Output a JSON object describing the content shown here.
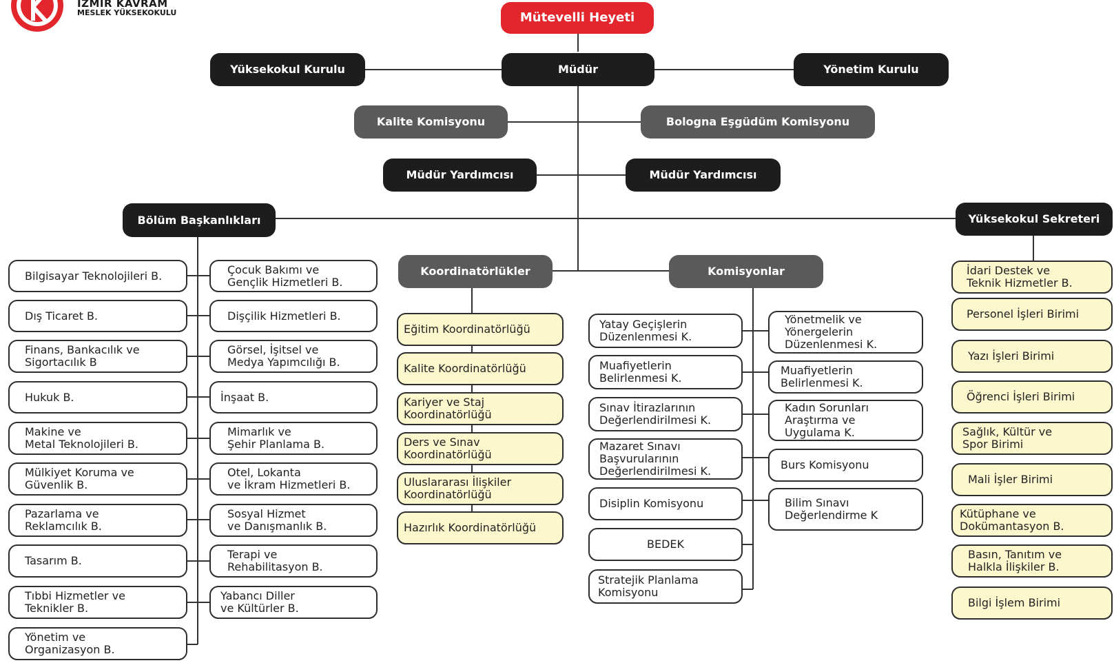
{
  "logo": {
    "title": "İZMİR KAVRAM",
    "subtitle": "MESLEK YÜKSEKOKULU"
  },
  "top": {
    "board": "Mütevelli Heyeti",
    "school_council": "Yüksekokul Kurulu",
    "director": "Müdür",
    "executive_board": "Yönetim Kurulu",
    "quality_commission": "Kalite Komisyonu",
    "bologna_commission": "Bologna Eşgüdüm Komisyonu",
    "vice_director_left": "Müdür Yardımcısı",
    "vice_director_right": "Müdür Yardımcısı",
    "department_heads": "Bölüm Başkanlıkları",
    "school_secretary": "Yüksekokul Sekreteri",
    "coordinatorships": "Koordinatörlükler",
    "commissions": "Komisyonlar"
  },
  "departments_left": [
    "Bilgisayar Teknolojileri B.",
    "Dış Ticaret B.",
    "Finans, Bankacılık ve\nSigortacılık B",
    "Hukuk B.",
    "Makine ve\nMetal Teknolojileri B.",
    "Mülkiyet Koruma ve\nGüvenlik B.",
    "Pazarlama ve\nReklamcılık B.",
    "Tasarım B.",
    "Tıbbi Hizmetler ve\nTeknikler B.",
    "Yönetim ve\nOrganizasyon B."
  ],
  "departments_right": [
    "Çocuk Bakımı ve\nGençlik Hizmetleri B.",
    "Dişçilik Hizmetleri B.",
    "Görsel, İşitsel ve\nMedya Yapımcılığı B.",
    "İnşaat B.",
    "Mimarlık ve\nŞehir Planlama B.",
    "Otel, Lokanta\nve İkram Hizmetleri B.",
    "Sosyal Hizmet\nve Danışmanlık B.",
    "Terapi ve\nRehabilitasyon B.",
    "Yabancı Diller\nve Kültürler B."
  ],
  "coordinators": [
    "Eğitim Koordinatörlüğü",
    "Kalite Koordinatörlüğü",
    "Kariyer ve Staj\nKoordinatörlüğü",
    "Ders ve Sınav\nKoordinatörlüğü",
    "Uluslararası İlişkiler\nKoordinatörlüğü",
    "Hazırlık Koordinatörlüğü"
  ],
  "commissions_left": [
    "Yatay Geçişlerin\nDüzenlenmesi K.",
    "Muafiyetlerin\nBelirlenmesi K.",
    "Sınav İtirazlarının\nDeğerlendirilmesi K.",
    "Mazaret Sınavı\nBaşvurularının\nDeğerlendirilmesi K.",
    "Disiplin Komisyonu",
    "BEDEK",
    "Stratejik Planlama\nKomisyonu"
  ],
  "commissions_right": [
    "Yönetmelik ve\nYönergelerin\nDüzenlenmesi K.",
    "Muafiyetlerin\nBelirlenmesi K.",
    "Kadın Sorunları\nAraştırma ve\nUygulama K.",
    "Burs Komisyonu",
    "Bilim Sınavı\nDeğerlendirme K"
  ],
  "secretary_units": [
    "İdari Destek ve\nTeknik Hizmetler B.",
    "Personel İşleri Birimi",
    "Yazı İşleri Birimi",
    "Öğrenci İşleri Birimi",
    "Sağlık, Kültür ve\nSpor Birimi",
    "Mali İşler Birimi",
    "Kütüphane ve\nDokümantasyon B.",
    "Basın, Tanıtım ve\nHalkla İlişkiler B.",
    "Bilgi İşlem Birimi"
  ],
  "colors": {
    "header_black": "#1d1d1d",
    "header_gray": "#5a5a5a",
    "board_red": "#e3262b",
    "unit_yellow": "#fcf7cd",
    "line": "#333333"
  }
}
